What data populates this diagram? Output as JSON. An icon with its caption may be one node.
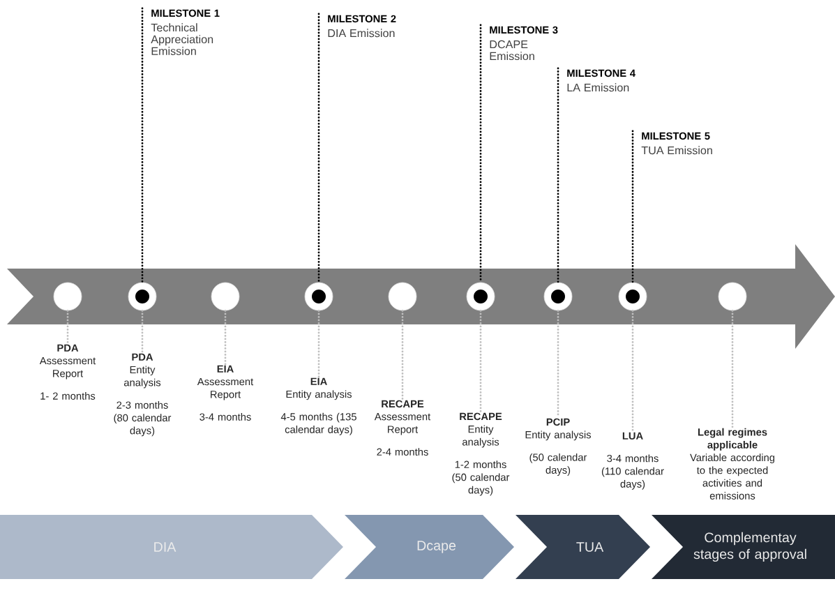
{
  "diagram": {
    "nodes": [
      {
        "text": [
          "MILESTONE 1",
          "Technical Appreciation Emission"
        ]
      },
      {
        "text": [
          "MILESTONE 2",
          "DIA Emission"
        ]
      },
      {
        "text": [
          "MILESTONE 3",
          "DCAPE Emission"
        ]
      },
      {
        "text": [
          "MILESTONE 4",
          "LA Emission"
        ]
      },
      {
        "text": [
          "MILESTONE 5",
          "TUA Emission"
        ]
      },
      {
        "text": [],
        "shape": "circle"
      },
      {
        "text": [],
        "shape": "circle"
      },
      {
        "text": [],
        "shape": "circle"
      },
      {
        "text": [],
        "shape": "circle"
      },
      {
        "text": [],
        "shape": "circle"
      },
      {
        "text": [],
        "shape": "circle"
      },
      {
        "text": [],
        "shape": "circle"
      },
      {
        "text": [],
        "shape": "circle"
      },
      {
        "text": [],
        "shape": "circle"
      },
      {
        "text": [
          "PDA",
          "Assessment Report",
          "1- 2 months"
        ]
      },
      {
        "text": [
          "PDA",
          "Entity analysis",
          "2-3 months (80 calendar days)"
        ]
      },
      {
        "text": [
          "EIA",
          "Assessment Report",
          "3-4 months"
        ]
      },
      {
        "text": [
          "EIA",
          "Entity analysis",
          "4-5 months (135 calendar days)"
        ]
      },
      {
        "text": [
          "RECAPE",
          "Assessment Report",
          "2-4 months"
        ]
      },
      {
        "text": [
          "RECAPE",
          "Entity analysis",
          "1-2 months (50 calendar days)"
        ]
      },
      {
        "text": [
          "PCIP",
          "Entity analysis",
          "(50 calendar days)"
        ]
      },
      {
        "text": [
          "LUA",
          "3-4 months (110 calendar days)"
        ]
      },
      {
        "text": [
          "Legal regimes applicable",
          "Variable according to the expected activities and emissions"
        ]
      },
      {
        "text": [
          "DIA"
        ]
      },
      {
        "text": [
          "Dcape"
        ]
      },
      {
        "text": [
          "TUA"
        ]
      },
      {
        "text": [
          "Complementay stages of approval"
        ]
      }
    ],
    "edges": [
      {
        "from": 0,
        "to": 6,
        "arrow": "none",
        "style": "dashed",
        "color": "#000000"
      },
      {
        "from": 1,
        "to": 8,
        "arrow": "none",
        "style": "dashed",
        "color": "#000000"
      },
      {
        "from": 2,
        "to": 10,
        "arrow": "none",
        "style": "dashed",
        "color": "#000000"
      },
      {
        "from": 3,
        "to": 11,
        "arrow": "none",
        "style": "dashed",
        "color": "#000000"
      },
      {
        "from": 4,
        "to": 12,
        "arrow": "none",
        "style": "dashed",
        "color": "#000000"
      },
      {
        "from": 5,
        "to": 14,
        "arrow": "none",
        "style": "dashed"
      },
      {
        "from": 6,
        "to": 15,
        "arrow": "none",
        "style": "dashed"
      },
      {
        "from": 7,
        "to": 16,
        "arrow": "none",
        "style": "dashed"
      },
      {
        "from": 8,
        "to": 17,
        "arrow": "none",
        "style": "dashed"
      },
      {
        "from": 9,
        "to": 18,
        "arrow": "none",
        "style": "dashed"
      },
      {
        "from": 10,
        "to": 19,
        "arrow": "none",
        "style": "dashed"
      },
      {
        "from": 11,
        "to": 20,
        "arrow": "none",
        "style": "dashed"
      },
      {
        "from": 12,
        "to": 21,
        "arrow": "none",
        "style": "dashed"
      },
      {
        "from": 13,
        "to": 22,
        "arrow": "none",
        "style": "dashed"
      }
    ]
  }
}
